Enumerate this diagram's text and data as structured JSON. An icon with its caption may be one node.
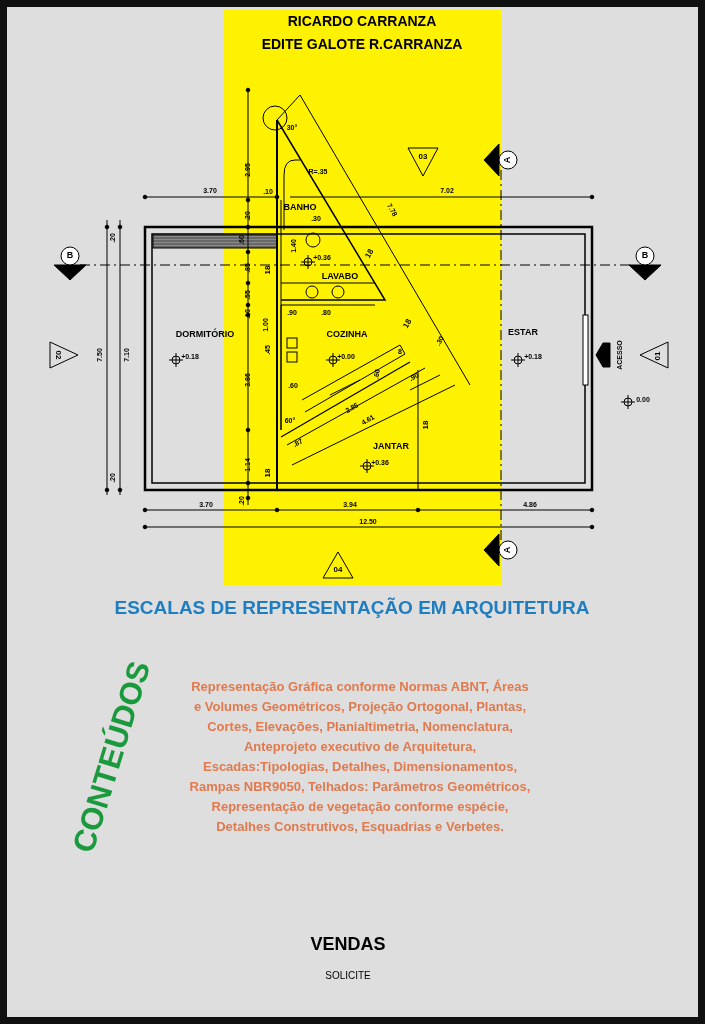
{
  "diagram": {
    "title": "ESCALAS DE REPRESENTAÇÃO EM ARQUITETURA",
    "labels": [
      "RICARDO CARRANZA",
      "EDITE GALOTE R.CARRANZA",
      "30°",
      "2.95",
      "R=.35",
      "03",
      "A",
      "3.70",
      ".10",
      "7.02",
      "7.78",
      ".20",
      "BANHO",
      "1.40",
      ".30",
      ".20",
      ".60",
      "B",
      "+0.36",
      ".85",
      "18",
      "18",
      "B",
      "LAVABO",
      ".55",
      ".10",
      ".90",
      ".80",
      "18",
      ".30",
      "1.00",
      "DORMITÓRIO",
      "COZINHA",
      "ESTAR",
      "02",
      "7.50",
      "7.10",
      ".45",
      "+0.18",
      "+0.00",
      "8",
      "+0.18",
      "ACESSO",
      "01",
      ".60",
      ".90",
      ".60",
      "3.86",
      "0.00",
      "60°",
      "18",
      "2.85",
      "4.61",
      ".87",
      "JANTAR",
      "+0.36",
      "1.14",
      "18",
      ".20",
      ".20",
      "3.70",
      "3.94",
      "4.86",
      "12.50",
      "A",
      "04",
      "CONTEÚDOS",
      "Representação Gráfica conforme Normas ABNT, Áreas e Volumes Geométricos, Projeção Ortogonal, Plantas, Cortes, Elevações, Planialtimetria, Nomenclatura, Anteprojeto executivo de Arquitetura, Escadas:Tipologias, Detalhes, Dimensionamentos,  Rampas NBR9050, Telhados: Parâmetros Geométricos, Representação de vegetação conforme espécie, Detalhes Construtivos, Esquadrias e Verbetes.",
      "VENDAS",
      "SOLICITE"
    ]
  }
}
